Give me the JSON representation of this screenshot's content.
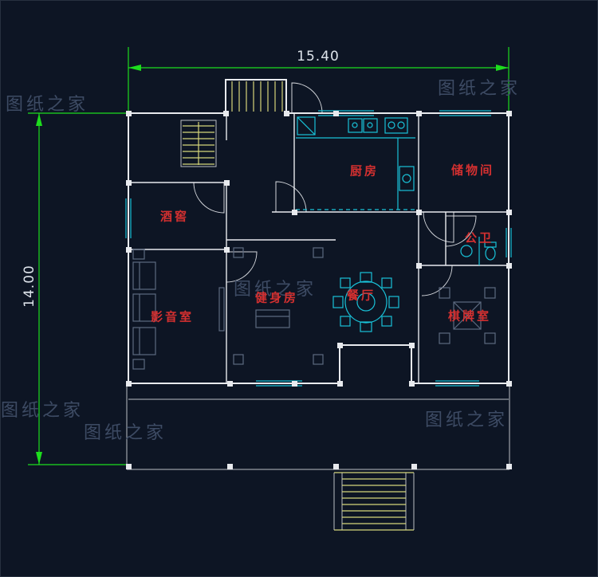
{
  "dimensions": {
    "width": "15.40",
    "height": "14.00"
  },
  "rooms": [
    {
      "name": "kitchen",
      "label": "厨房"
    },
    {
      "name": "storage",
      "label": "储物间"
    },
    {
      "name": "wine-cellar",
      "label": "酒窖"
    },
    {
      "name": "bathroom",
      "label": "公卫"
    },
    {
      "name": "media-room",
      "label": "影音室"
    },
    {
      "name": "dining-room",
      "label": "餐厅"
    },
    {
      "name": "gym",
      "label": "健身房"
    },
    {
      "name": "chess-room",
      "label": "棋牌室"
    }
  ],
  "watermark": {
    "text": "图纸之家"
  },
  "colors": {
    "background": "#0d1524",
    "wall": "#e8eaee",
    "dimension": "#1ddd1d",
    "room_label": "#d43030",
    "fixture": "#19c2d8",
    "stairs": "#d6d67a",
    "watermark": "#43516b",
    "furniture": "#5d6a80",
    "dim_text": "#dde3ea"
  }
}
